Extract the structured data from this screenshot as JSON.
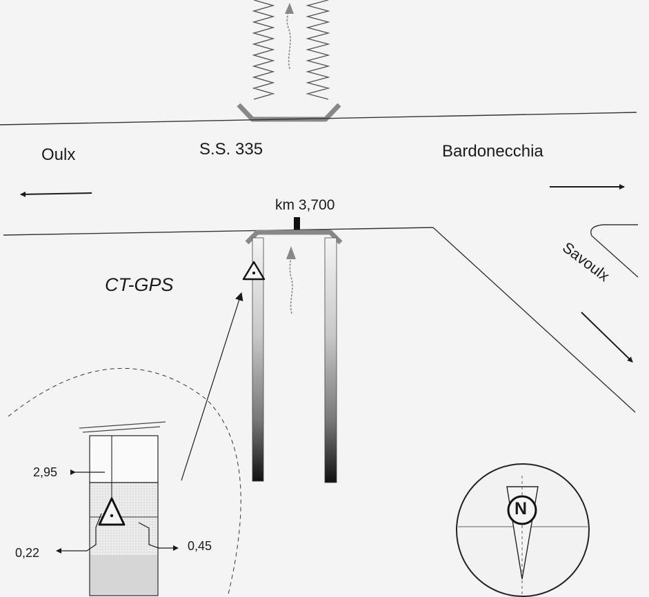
{
  "labels": {
    "oulx": "Oulx",
    "road": "S.S. 335",
    "bardonecchia": "Bardonecchia",
    "km_marker": "km 3,700",
    "ct_gps": "CT-GPS",
    "savoulx": "Savoulx"
  },
  "inset_dimensions": {
    "depth": "2,95",
    "left_offset": "0,22",
    "right_offset": "0,45"
  },
  "compass": {
    "north": "N"
  },
  "colors": {
    "ink": "#1a1a1a",
    "background": "#f4f4f4",
    "gray": "#888888"
  }
}
